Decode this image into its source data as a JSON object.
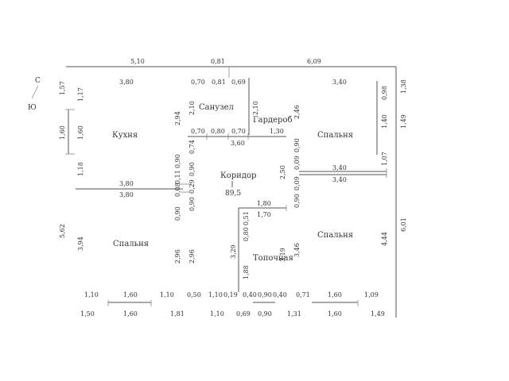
{
  "compass": {
    "north": "С",
    "south": "Ю"
  },
  "area": "89,5",
  "rooms": {
    "kitchen": "Кухня",
    "bathroom": "Санузел",
    "wardrobe": "Гардероб",
    "corridor": "Коридор",
    "bedroom_ne": "Спальня",
    "bedroom_sw": "Спальня",
    "bedroom_se": "Спальня",
    "boiler": "Топочная"
  },
  "dims": {
    "top": [
      "5,10",
      "0,81",
      "6,09"
    ],
    "kitchen": [
      "3,80",
      "1,57",
      "1,17",
      "1,60",
      "1,60",
      "1,18",
      "3,80"
    ],
    "bath": [
      "0,70",
      "0,81",
      "2,10",
      "2,94",
      "0,70",
      "0,80"
    ],
    "wardrobe": [
      "0,69",
      "2,10",
      "0,70",
      "1,30",
      "3,60"
    ],
    "ne": [
      "3,40",
      "2,46",
      "0,98",
      "1,38",
      "1,40",
      "1,49",
      "1,07",
      "3,40",
      "3,40",
      "0,90",
      "0,09",
      "2,50",
      "0,09",
      "0,90"
    ],
    "corr": [
      "0,74",
      "0,90",
      "0,90",
      "0,11",
      "0,08",
      "0,29",
      "0,90",
      "0,90"
    ],
    "sw": [
      "3,80",
      "5,62",
      "3,94",
      "2,96",
      "2,96"
    ],
    "se": [
      "1,80",
      "1,70",
      "0,51",
      "0,80",
      "3,29",
      "1,88",
      "3,46",
      "3,19",
      "4,44",
      "6,01"
    ],
    "bottom1": [
      "1,10",
      "1,60",
      "1,10",
      "0,50",
      "1,10",
      "0,19",
      "0,40",
      "0,90",
      "0,40",
      "0,71",
      "1,60",
      "1,09"
    ],
    "bottom2": [
      "1,50",
      "1,60",
      "1,81",
      "1,10",
      "0,69",
      "0,90",
      "1,31",
      "1,60",
      "1,49"
    ]
  }
}
